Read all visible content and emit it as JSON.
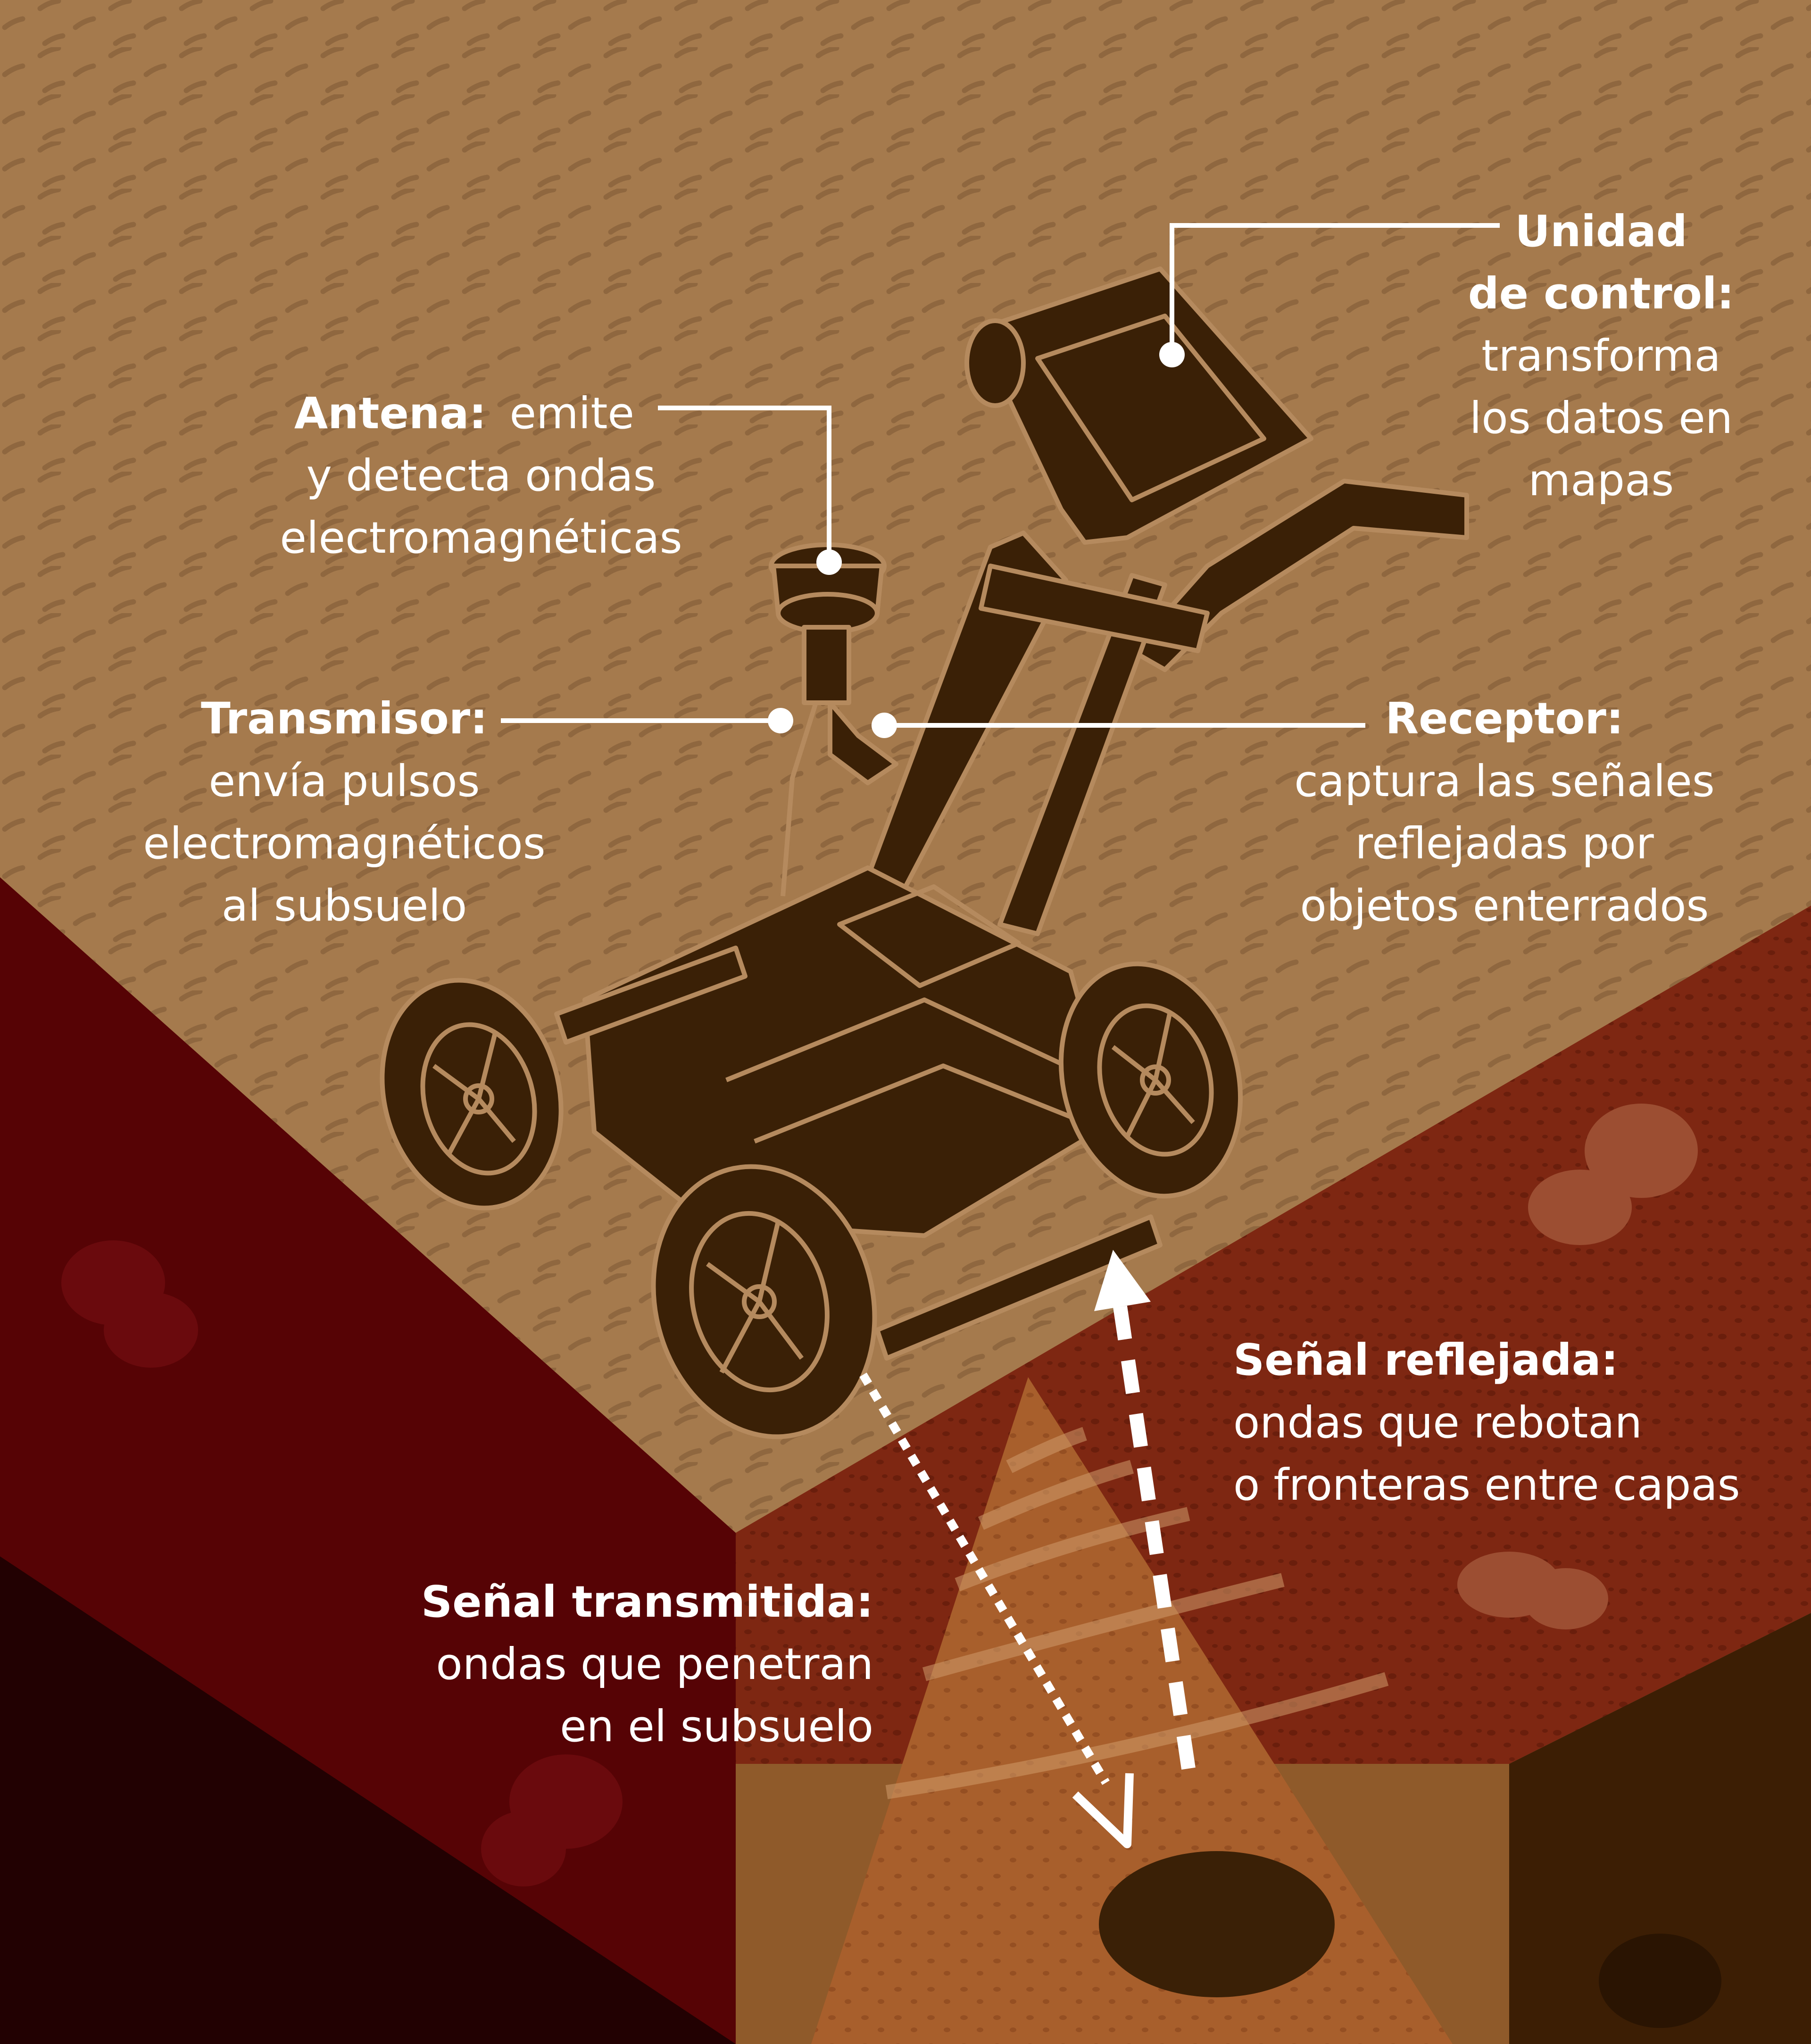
{
  "labels": {
    "antena": {
      "title": "Antena:",
      "lines": [
        "emite",
        "y detecta ondas",
        "electromagnéticas"
      ]
    },
    "unidad": {
      "title_lines": [
        "Unidad",
        "de control:"
      ],
      "lines": [
        "transforma",
        "los datos en",
        "mapas"
      ]
    },
    "transmisor": {
      "title": "Transmisor:",
      "lines": [
        "envía pulsos",
        "electromagnéticos",
        "al subsuelo"
      ]
    },
    "receptor": {
      "title": "Receptor:",
      "lines": [
        "captura las señales",
        "reflejadas por",
        "objetos enterrados"
      ]
    },
    "senal_reflejada": {
      "title": "Señal reflejada:",
      "lines": [
        "ondas que rebotan",
        "o fronteras entre capas"
      ]
    },
    "senal_transmitida": {
      "title": "Señal transmitida:",
      "lines": [
        "ondas que penetran",
        "en el subsuelo"
      ]
    }
  },
  "colors": {
    "ground_surface": "#a57a4d",
    "soil_left": "#560305",
    "soil_right": "#7e2712",
    "soil_deep_left": "#220102",
    "soil_deep_right": "#3c1e04",
    "cone": "#a85f2c",
    "device": "#3a2006",
    "device_outline": "#b58a5e",
    "text": "#ffffff"
  },
  "icons": {
    "device": "ground-penetrating-radar-cart-icon",
    "buried_object": "buried-object-icon"
  }
}
